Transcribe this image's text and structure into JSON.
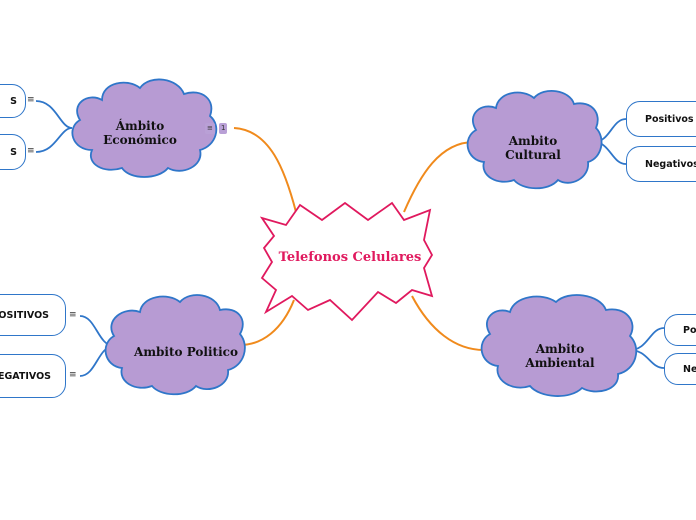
{
  "central_topic": {
    "label": "Telefonos Celulares"
  },
  "branches": {
    "economico": {
      "label_line1": "Ámbito",
      "label_line2": "Económico",
      "badges": [
        "≡",
        "1"
      ],
      "children": [
        "S",
        "S"
      ]
    },
    "cultural": {
      "label_line1": "Ambito",
      "label_line2": "Cultural",
      "children": [
        "Positivos",
        "Negativos"
      ]
    },
    "politico": {
      "label": "Ambito Politico",
      "children": [
        "POSITIVOS",
        "NEGATIVOS"
      ]
    },
    "ambiental": {
      "label_line1": "Ambito",
      "label_line2": "Ambiental",
      "children": [
        "Po",
        "Ne"
      ]
    }
  },
  "icons": {
    "node_menu": "hamburger-menu-icon"
  },
  "menu_glyph": "≡",
  "colors": {
    "connector": "#f08a1c",
    "cloud_fill": "#b79bd3",
    "cloud_stroke": "#2f76c9",
    "center_stroke": "#e0195e",
    "center_text": "#e0195e",
    "box_stroke": "#2f76c9"
  }
}
